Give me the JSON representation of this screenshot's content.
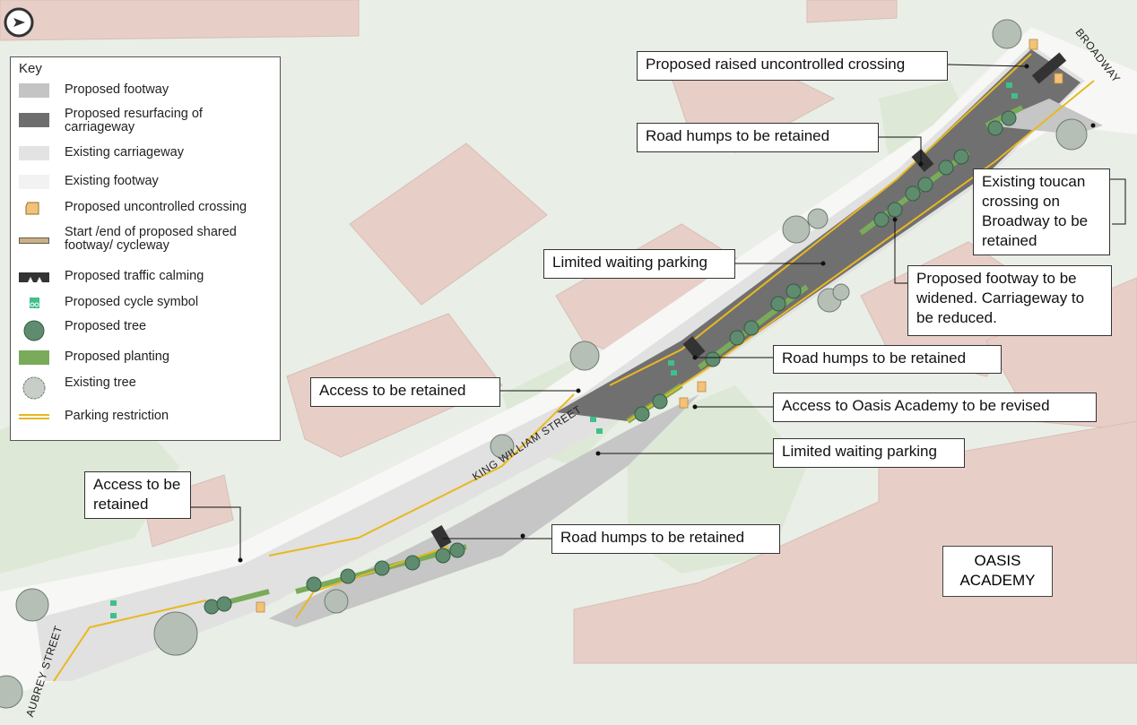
{
  "key": {
    "title": "Key",
    "items": [
      {
        "label": "Proposed footway",
        "symbol": "grey-swatch"
      },
      {
        "label": "Proposed resurfacing of carriageway",
        "symbol": "dark-grey-swatch"
      },
      {
        "label": "Existing carriageway",
        "symbol": "light-grey-swatch"
      },
      {
        "label": "Existing footway",
        "symbol": "very-light-swatch"
      },
      {
        "label": "Proposed uncontrolled crossing",
        "symbol": "orange-crossing"
      },
      {
        "label": "Start /end of proposed shared footway/ cycleway",
        "symbol": "tan-bar"
      },
      {
        "label": "Proposed traffic calming",
        "symbol": "hump-bar"
      },
      {
        "label": "Proposed cycle symbol",
        "symbol": "cycle-icon"
      },
      {
        "label": "Proposed tree",
        "symbol": "green-tree"
      },
      {
        "label": "Proposed planting",
        "symbol": "green-swatch"
      },
      {
        "label": "Existing tree",
        "symbol": "grey-tree"
      },
      {
        "label": "Parking restriction",
        "symbol": "yellow-lines"
      }
    ]
  },
  "streets": {
    "broadway": "BROADWAY",
    "king_william": "KING WILLIAM STREET",
    "aubrey": "AUBREY STREET"
  },
  "building": {
    "line1": "OASIS",
    "line2": "ACADEMY"
  },
  "callouts": {
    "raised_crossing": "Proposed raised uncontrolled crossing",
    "humps_top": "Road humps to be retained",
    "toucan": "Existing toucan crossing on Broadway to be retained",
    "limited_parking_top": "Limited waiting parking",
    "footway_widened": "Proposed footway to be widened. Carriageway to be reduced.",
    "humps_mid": "Road humps to be retained",
    "access_mid": "Access to be retained",
    "access_oasis": "Access to Oasis Academy to be revised",
    "limited_parking_bottom": "Limited waiting parking",
    "access_left": "Access to be retained",
    "humps_bottom": "Road humps to be retained"
  },
  "colors": {
    "background": "#e9eee6",
    "building": "#e7cfc8",
    "proposed_footway": "#c4c4c4",
    "resurfacing": "#6e6e6e",
    "existing_carriageway": "#e3e3e3",
    "planting": "#7aab5a",
    "proposed_tree": "#5f8c6f",
    "existing_tree": "#b6bfb6",
    "parking_restriction": "#e8b820",
    "crossing": "#f3c27a"
  }
}
